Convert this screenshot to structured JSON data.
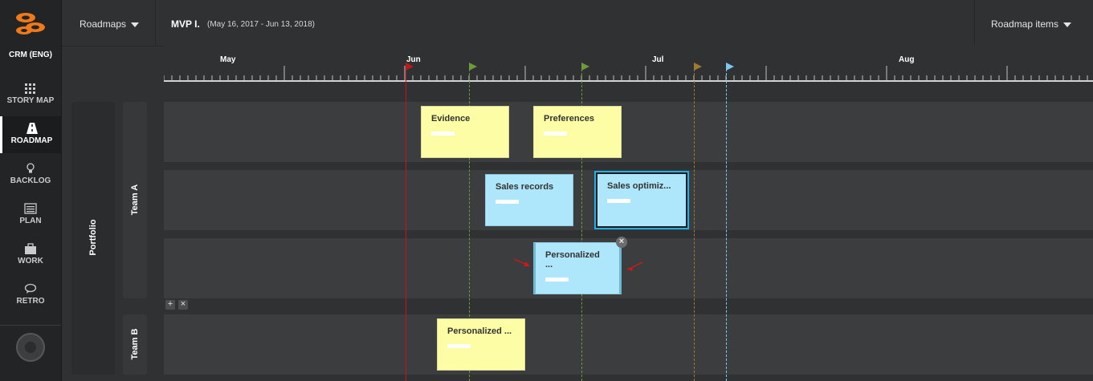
{
  "sidebar": {
    "project": "CRM (ENG)",
    "items": [
      {
        "label": "STORY MAP",
        "icon": "grid-icon",
        "active": false
      },
      {
        "label": "ROADMAP",
        "icon": "road-icon",
        "active": true
      },
      {
        "label": "BACKLOG",
        "icon": "lightbulb-icon",
        "active": false
      },
      {
        "label": "PLAN",
        "icon": "list-icon",
        "active": false
      },
      {
        "label": "WORK",
        "icon": "briefcase-icon",
        "active": false
      },
      {
        "label": "RETRO",
        "icon": "chat-icon",
        "active": false
      }
    ]
  },
  "header": {
    "roadmaps_label": "Roadmaps",
    "roadmap_title": "MVP I.",
    "roadmap_range": "(May 16, 2017 - Jun 13, 2018)",
    "items_label": "Roadmap items"
  },
  "timeline": {
    "months": [
      "May",
      "Jun",
      "Jul",
      "Aug"
    ]
  },
  "groups": {
    "portfolio": "Portfolio",
    "team_a": "Team A",
    "team_b": "Team B"
  },
  "cards": [
    {
      "title": "Evidence",
      "color": "yellow"
    },
    {
      "title": "Preferences",
      "color": "yellow"
    },
    {
      "title": "Sales records",
      "color": "blue"
    },
    {
      "title": "Sales optimiz...",
      "color": "blue"
    },
    {
      "title": "Personalized ...",
      "color": "blue"
    },
    {
      "title": "Personalized ...",
      "color": "yellow"
    }
  ],
  "lane_controls": {
    "add": "+",
    "remove": "×"
  },
  "card_close": "×",
  "colors": {
    "marker_red": "#c01818",
    "marker_green": "#6f9a3a",
    "marker_orange": "#a07a30",
    "marker_blue": "#7ec8f0",
    "card_yellow": "#fdfda6",
    "card_blue": "#aee7fb",
    "selection": "#23aee4"
  }
}
